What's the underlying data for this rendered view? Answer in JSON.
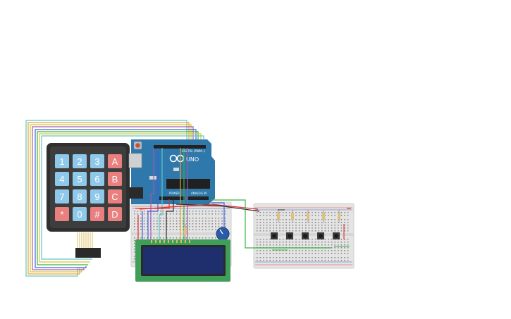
{
  "keypad": {
    "rows": [
      [
        {
          "label": "1",
          "color": "#8ec8ea"
        },
        {
          "label": "2",
          "color": "#8ec8ea"
        },
        {
          "label": "3",
          "color": "#8ec8ea"
        },
        {
          "label": "A",
          "color": "#ea7f7f"
        }
      ],
      [
        {
          "label": "4",
          "color": "#8ec8ea"
        },
        {
          "label": "5",
          "color": "#8ec8ea"
        },
        {
          "label": "6",
          "color": "#8ec8ea"
        },
        {
          "label": "B",
          "color": "#ea7f7f"
        }
      ],
      [
        {
          "label": "7",
          "color": "#8ec8ea"
        },
        {
          "label": "8",
          "color": "#8ec8ea"
        },
        {
          "label": "9",
          "color": "#8ec8ea"
        },
        {
          "label": "C",
          "color": "#ea7f7f"
        }
      ],
      [
        {
          "label": "*",
          "color": "#ea7f7f"
        },
        {
          "label": "0",
          "color": "#8ec8ea"
        },
        {
          "label": "#",
          "color": "#ea7f7f"
        },
        {
          "label": "D",
          "color": "#ea7f7f"
        }
      ]
    ]
  },
  "arduino": {
    "board_label": "UNO",
    "digital_label": "DIGITAL (PWM~)",
    "power_label": "POWER",
    "analog_label": "ANALOG IN",
    "board_color": "#2e78ab"
  },
  "wire_colors": {
    "teal": "#5fc7c7",
    "orange": "#f0a030",
    "yellow": "#d9c82a",
    "purple": "#a05ab8",
    "blue": "#4060e0",
    "green": "#3ab040",
    "red": "#e03030",
    "black": "#303030"
  },
  "lcd": {
    "screen_color": "#1f2f6e",
    "board_color": "#3f9f5a"
  }
}
